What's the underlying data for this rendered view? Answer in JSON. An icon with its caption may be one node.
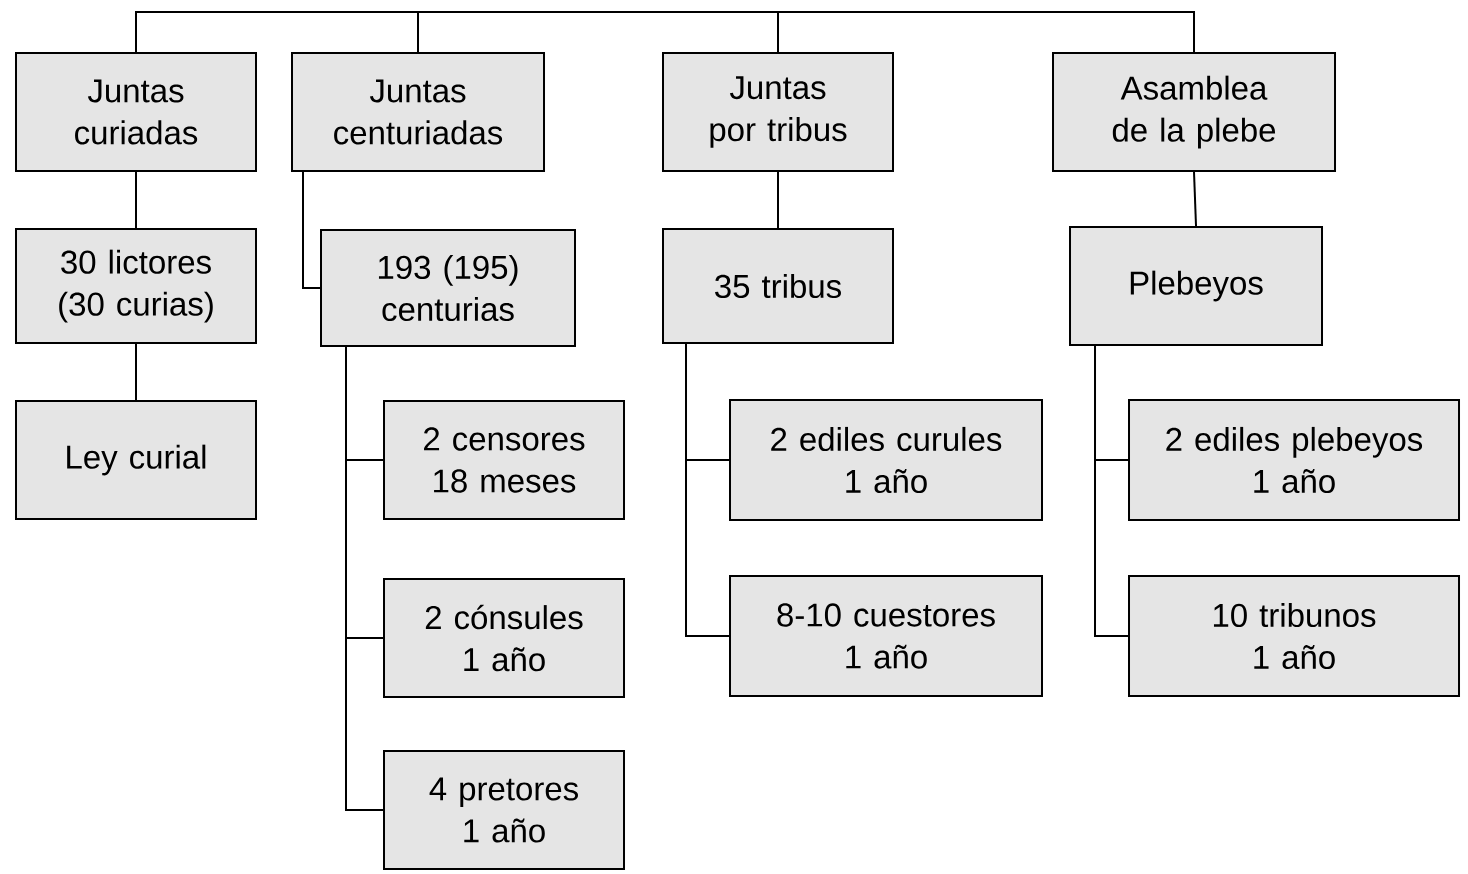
{
  "diagram": {
    "nodes": [
      {
        "text": [
          "Juntas curiadas"
        ]
      },
      {
        "text": [
          "Juntas centuriadas"
        ]
      },
      {
        "text": [
          "Juntas por tribus"
        ]
      },
      {
        "text": [
          "Asamblea de la plebe"
        ]
      },
      {
        "text": [
          "30 lictores (30 curias)"
        ]
      },
      {
        "text": [
          "193 (195) centurias"
        ]
      },
      {
        "text": [
          "35 tribus"
        ]
      },
      {
        "text": [
          "Plebeyos"
        ]
      },
      {
        "text": [
          "Ley curial"
        ]
      },
      {
        "text": [
          "2 censores",
          "18 meses"
        ]
      },
      {
        "text": [
          "2 cónsules",
          "1 año"
        ]
      },
      {
        "text": [
          "4 pretores",
          "1 año"
        ]
      },
      {
        "text": [
          "2 ediles curules",
          "1 año"
        ]
      },
      {
        "text": [
          "8-10 cuestores",
          "1 año"
        ]
      },
      {
        "text": [
          "2 ediles plebeyos",
          "1 año"
        ]
      },
      {
        "text": [
          "10 tribunos",
          "1 año"
        ]
      }
    ],
    "edges": [
      {
        "from": 0,
        "to": 1,
        "arrow": "none"
      },
      {
        "from": 1,
        "to": 2,
        "arrow": "none"
      },
      {
        "from": 2,
        "to": 3,
        "arrow": "none"
      },
      {
        "from": 0,
        "to": 4,
        "arrow": "none"
      },
      {
        "from": 4,
        "to": 8,
        "arrow": "none"
      },
      {
        "from": 1,
        "to": 5,
        "arrow": "none"
      },
      {
        "from": 5,
        "to": 9,
        "arrow": "none"
      },
      {
        "from": 5,
        "to": 10,
        "arrow": "none"
      },
      {
        "from": 5,
        "to": 11,
        "arrow": "none"
      },
      {
        "from": 2,
        "to": 6,
        "arrow": "none"
      },
      {
        "from": 6,
        "to": 12,
        "arrow": "none"
      },
      {
        "from": 6,
        "to": 13,
        "arrow": "none"
      },
      {
        "from": 3,
        "to": 7,
        "arrow": "none"
      },
      {
        "from": 7,
        "to": 14,
        "arrow": "none"
      },
      {
        "from": 7,
        "to": 15,
        "arrow": "none"
      }
    ]
  }
}
